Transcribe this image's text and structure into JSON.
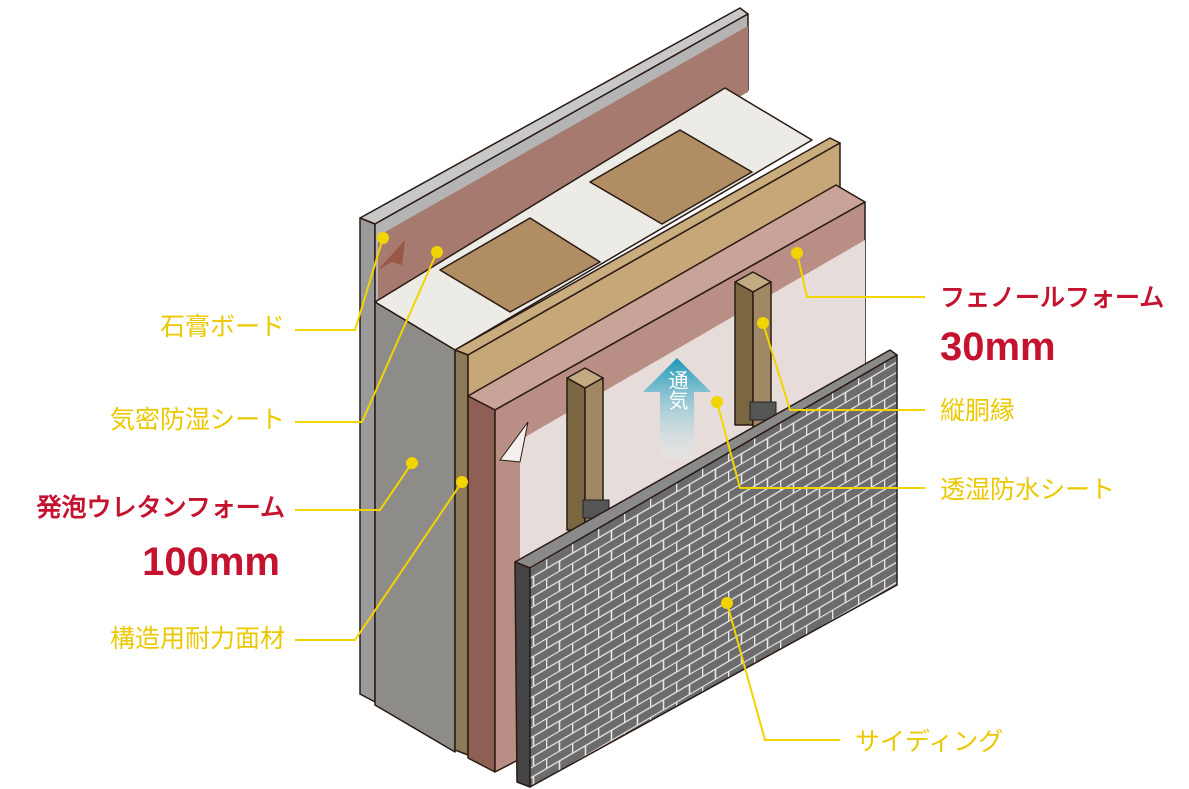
{
  "labels": {
    "gypsum_board": "石膏ボード",
    "airtight_sheet": "気密防湿シート",
    "urethane_foam": "発泡ウレタンフォーム",
    "urethane_thickness": "100mm",
    "structural_panel": "構造用耐力面材",
    "phenolic_foam": "フェノールフォーム",
    "phenolic_thickness": "30mm",
    "furring_strip": "縦胴縁",
    "breathable_sheet": "透湿防水シート",
    "siding": "サイディング",
    "ventilation": "通気"
  },
  "colors": {
    "label_yellow": "#ecc800",
    "label_red": "#c4122f",
    "arrow_blue": "#1a96b8"
  }
}
